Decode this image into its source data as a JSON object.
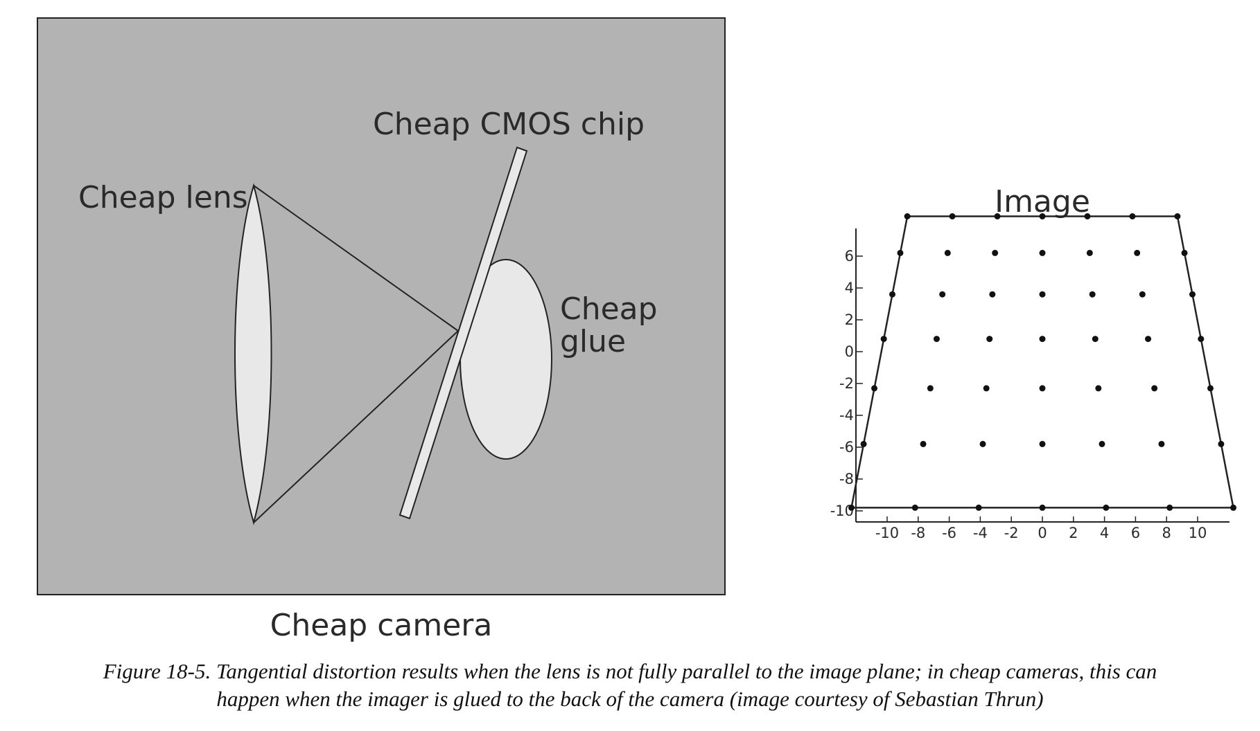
{
  "colors": {
    "panel_background": "#b3b3b3",
    "shape_fill": "#e8e8e8",
    "line": "#222222"
  },
  "camera_diagram": {
    "title": "Cheap camera",
    "labels": {
      "cmos_chip": "Cheap CMOS chip",
      "lens": "Cheap lens",
      "glue_line1": "Cheap",
      "glue_line2": "glue"
    }
  },
  "image_plot": {
    "title": "Image",
    "x_ticks": [
      "-10",
      "-8",
      "-6",
      "-4",
      "-2",
      "0",
      "2",
      "4",
      "6",
      "8",
      "10"
    ],
    "y_ticks": [
      "6",
      "4",
      "2",
      "0",
      "-2",
      "-4",
      "-6",
      "-8",
      "-10"
    ],
    "grid": {
      "rows_y": [
        8.5,
        6.2,
        3.6,
        0.8,
        -2.3,
        -5.8,
        -9.8
      ],
      "top_edge": {
        "y": 8.5,
        "x_left": -8.7,
        "x_right": 8.7
      },
      "bottom_edge": {
        "y": -9.8,
        "x_left": -12.3,
        "x_right": 12.3
      },
      "points_per_row": 7
    }
  },
  "caption": {
    "line1": "Figure 18-5. Tangential distortion results when the lens is not fully parallel to the image plane; in cheap cameras, this can",
    "line2": "happen when the imager is glued to the back of the camera (image courtesy of Sebastian Thrun)"
  }
}
